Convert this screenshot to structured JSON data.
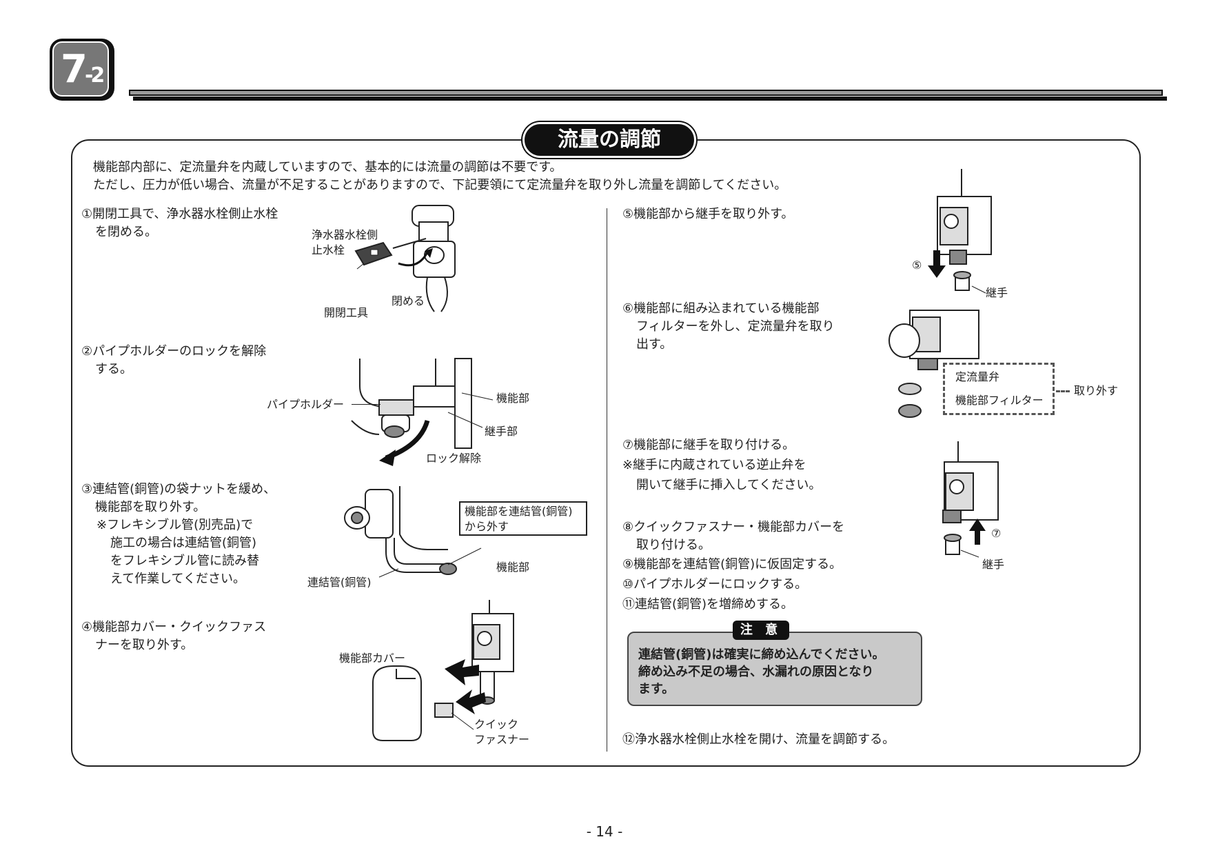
{
  "section": {
    "number": "7",
    "sub": "-2",
    "title": "流量の調節"
  },
  "intro": [
    "機能部内部に、定流量弁を内蔵していますので、基本的には流量の調節は不要です。",
    "ただし、圧力が低い場合、流量が不足することがありますので、下記要領にて定流量弁を取り外し流量を調節してください。"
  ],
  "steps": {
    "s1": [
      "①開閉工具で、浄水器水栓側止水栓",
      "を閉める。"
    ],
    "s2": [
      "②パイプホルダーのロックを解除",
      "する。"
    ],
    "s3": [
      "③連結管(銅管)の袋ナットを緩め、",
      "機能部を取り外す。",
      "※フレキシブル管(別売品)で",
      "施工の場合は連結管(銅管)",
      "をフレキシブル管に読み替",
      "えて作業してください。"
    ],
    "s4": [
      "④機能部カバー・クイックファス",
      "ナーを取り外す。"
    ],
    "s5": "⑤機能部から継手を取り外す。",
    "s6": [
      "⑥機能部に組み込まれている機能部",
      "フィルターを外し、定流量弁を取り",
      "出す。"
    ],
    "s7": [
      "⑦機能部に継手を取り付ける。",
      "※継手に内蔵されている逆止弁を",
      "開いて継手に挿入してください。"
    ],
    "s8": [
      "⑧クイックファスナー・機能部カバーを",
      "取り付ける。"
    ],
    "s9": "⑨機能部を連結管(銅管)に仮固定する。",
    "s10": "⑩パイプホルダーにロックする。",
    "s11": "⑪連結管(銅管)を増締めする。",
    "s12": "⑫浄水器水栓側止水栓を開け、流量を調節する。"
  },
  "labels": {
    "valve": [
      "浄水器水栓側",
      "止水栓"
    ],
    "close": "閉める",
    "tool": "開閉工具",
    "pipe_holder": "パイプホルダー",
    "unit": "機能部",
    "joint_part": "継手部",
    "unlock": "ロック解除",
    "callout": [
      "機能部を連結管(銅管)",
      "から外す"
    ],
    "unit2": "機能部",
    "pipe": "連結管(銅管)",
    "cover": "機能部カバー",
    "fastener": [
      "クイック",
      "ファスナー"
    ],
    "num5": "⑤",
    "joint5": "継手",
    "flow_valve": "定流量弁",
    "filter": "機能部フィルター",
    "remove": "取り外す",
    "num7": "⑦",
    "joint7": "継手"
  },
  "caution": {
    "tag": "注 意",
    "lines": [
      "連結管(銅管)は確実に締め込んでください。",
      "締め込み不足の場合、水漏れの原因となり",
      "ます。"
    ]
  },
  "page": "- 14 -"
}
